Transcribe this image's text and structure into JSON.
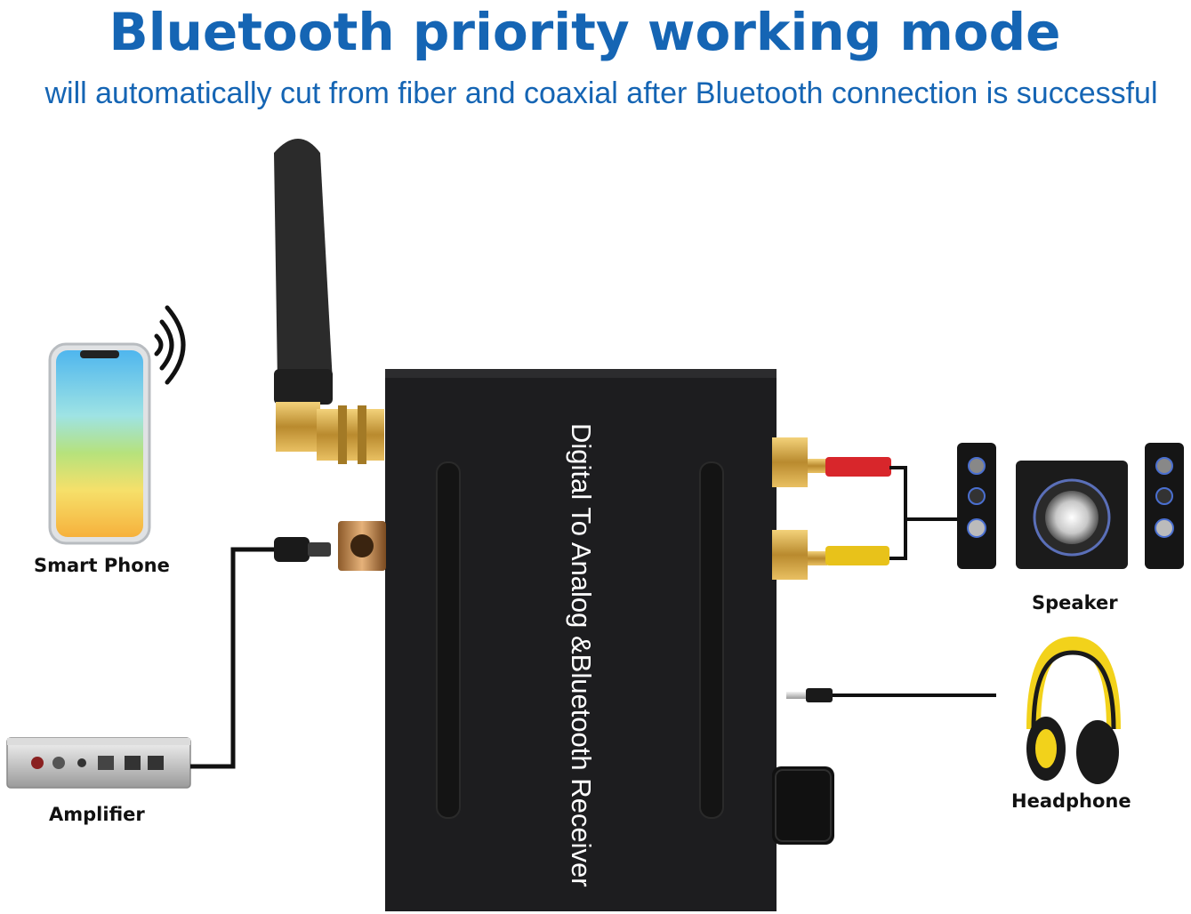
{
  "header": {
    "title": "Bluetooth priority working mode",
    "subtitle": "will automatically cut from fiber and coaxial after Bluetooth connection is successful"
  },
  "device": {
    "label": "Digital To Analog &Bluetooth Receiver"
  },
  "labels": {
    "smart_phone": "Smart Phone",
    "amplifier": "Amplifier",
    "speaker": "Speaker",
    "headphone": "Headphone"
  },
  "colors": {
    "title": "#1565b4",
    "device_body": "#1c1c1e",
    "gold": "#c99a3a",
    "rca_red": "#d8262b",
    "rca_yellow": "#e8c21a",
    "headphone_yellow": "#f2d21b"
  }
}
